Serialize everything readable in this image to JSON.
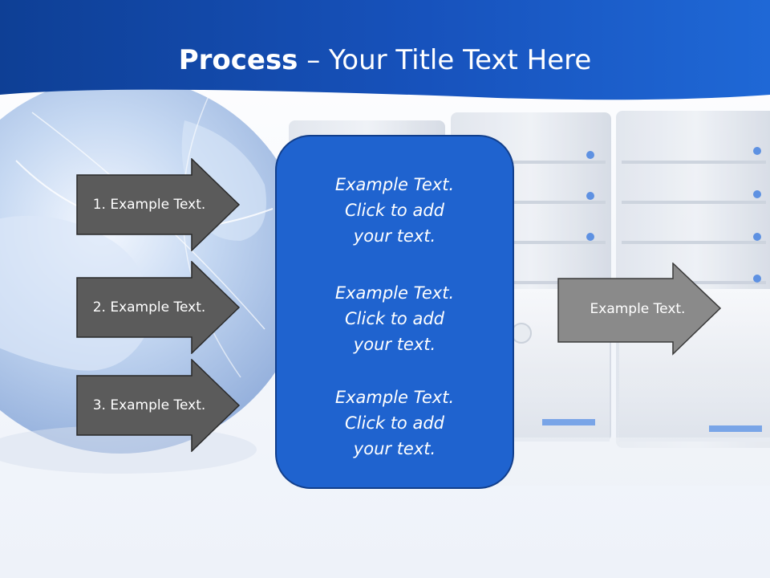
{
  "header": {
    "title_bold": "Process",
    "title_rest": " – Your Title Text Here"
  },
  "left_arrows": [
    {
      "label": "1. Example Text."
    },
    {
      "label": "2. Example Text."
    },
    {
      "label": "3. Example Text."
    }
  ],
  "center_box": {
    "blocks": [
      {
        "lines": [
          "Example Text.",
          "Click  to add",
          "your text."
        ]
      },
      {
        "lines": [
          "Example Text.",
          "Click  to add",
          "your text."
        ]
      },
      {
        "lines": [
          "Example Text.",
          "Click  to add",
          "your text."
        ]
      }
    ]
  },
  "right_arrow": {
    "label": "Example Text."
  },
  "colors": {
    "header_blue": "#1556c4",
    "center_box_fill": "#1f63cf",
    "left_arrow_fill": "#5b5b5b",
    "right_arrow_fill": "#8a8a8a"
  }
}
